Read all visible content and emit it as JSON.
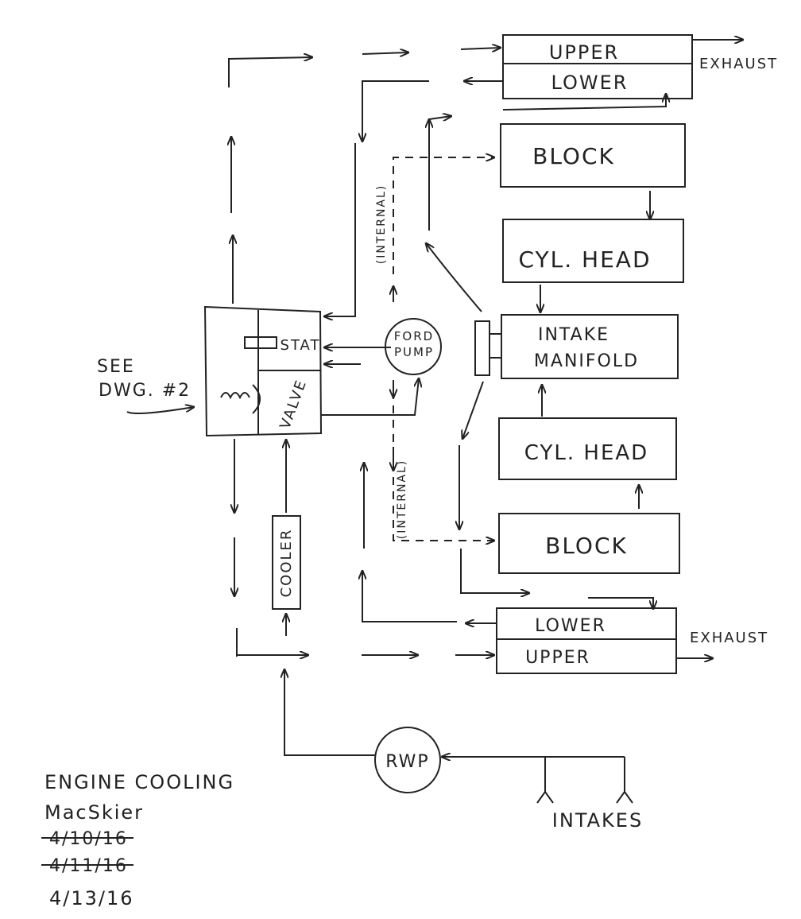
{
  "diagram": {
    "manifold_top": {
      "upper": "UPPER",
      "lower": "LOWER",
      "exhaust": "EXHAUST"
    },
    "block_top": "BLOCK",
    "cyl_head_top": "CYL. HEAD",
    "intake_manifold": {
      "line1": "INTAKE",
      "line2": "MANIFOLD"
    },
    "cyl_head_bottom": "CYL. HEAD",
    "block_bottom": "BLOCK",
    "manifold_bottom": {
      "lower": "LOWER",
      "upper": "UPPER",
      "exhaust": "EXHAUST"
    },
    "thermostat": {
      "stat": "STAT",
      "valve": "VALVE"
    },
    "ford_pump": {
      "line1": "FORD",
      "line2": "PUMP"
    },
    "internal_top": "(INTERNAL)",
    "internal_bottom": "(INTERNAL)",
    "cooler": "COOLER",
    "rwp": "RWP",
    "intakes": "INTAKES",
    "see_dwg": {
      "line1": "SEE",
      "line2": "DWG. #2"
    }
  },
  "title_block": {
    "title": "ENGINE COOLING",
    "author": "MacSkier",
    "dates_struck": [
      "4/10/16",
      "4/11/16"
    ],
    "date_current": "4/13/16"
  }
}
